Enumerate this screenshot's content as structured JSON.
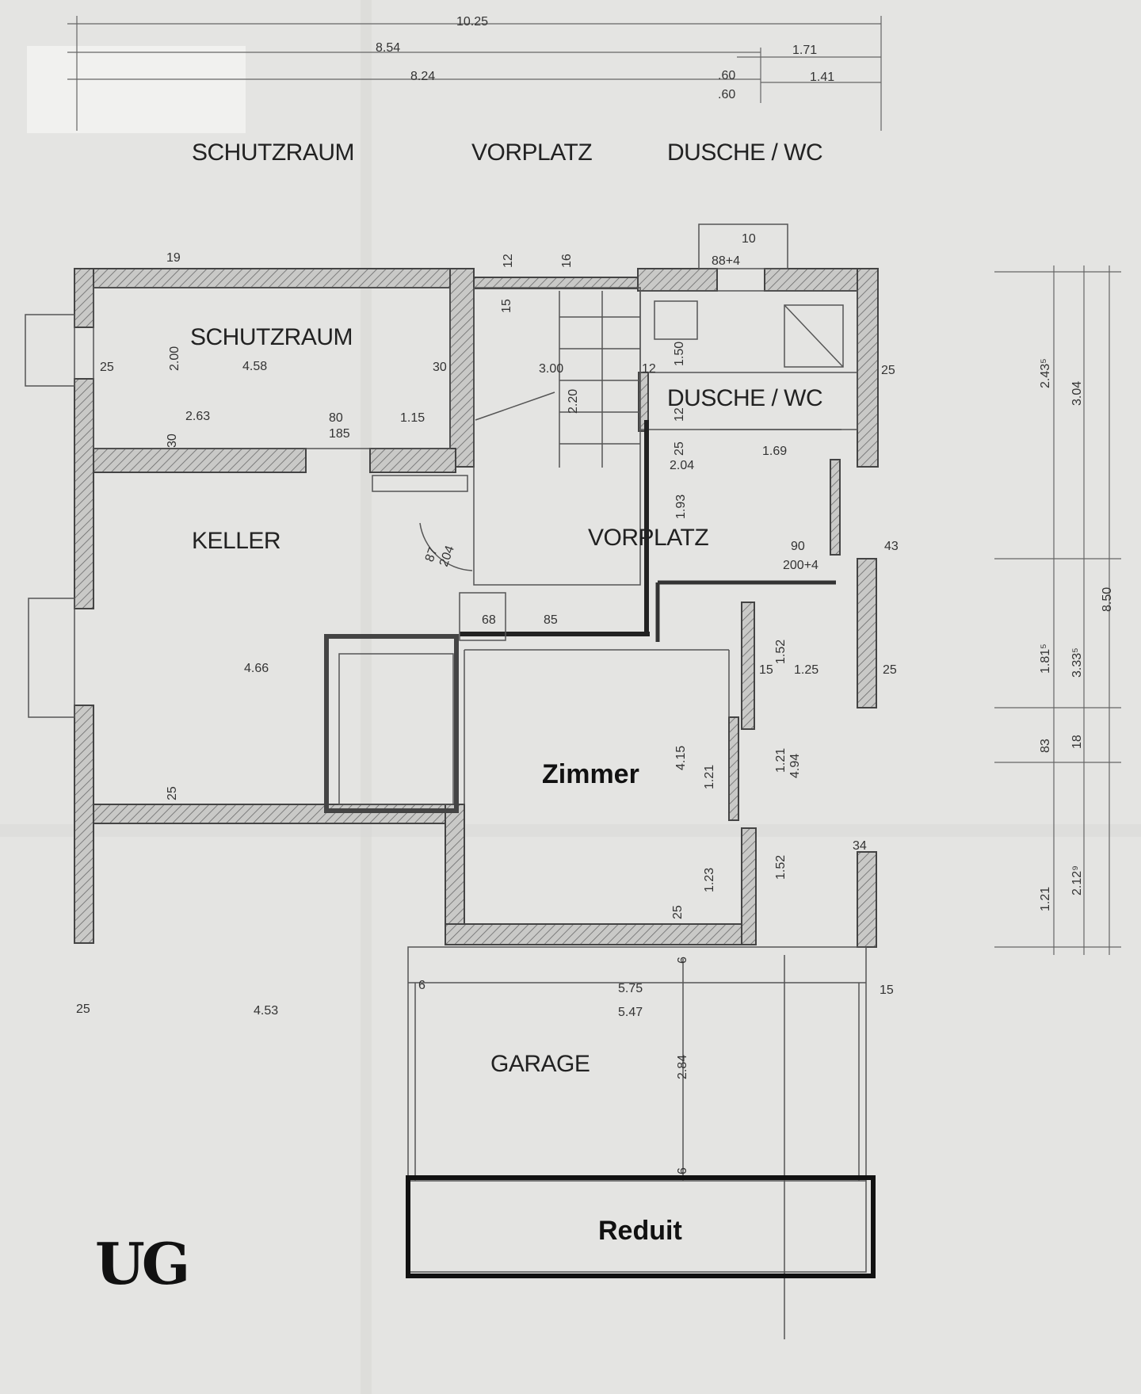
{
  "plan": {
    "level_label": "UG",
    "top_headers": [
      "SCHUTZRAUM",
      "VORPLATZ",
      "DUSCHE / WC"
    ],
    "rooms": {
      "schutzraum": "SCHUTZRAUM",
      "keller": "KELLER",
      "vorplatz": "VORPLATZ",
      "dusche_wc": "DUSCHE / WC",
      "zimmer": "Zimmer",
      "garage": "GARAGE",
      "reduit": "Reduit"
    },
    "top_dimensions": [
      "10.25",
      "8.54",
      "8.24",
      "1.71",
      "1.41",
      ".60",
      ".60"
    ],
    "right_dimensions": [
      "2.43⁵",
      "3.04",
      "8.50",
      "1.81⁵",
      "3.33⁵",
      "83",
      "18",
      "1.21",
      "2.12⁹"
    ],
    "interior_dimensions": {
      "schutzraum_width": "4.58",
      "schutzraum_depth": "2.00",
      "schutzraum_wall": "30",
      "schutzraum_left": "25",
      "top_wall": "19",
      "door_263": "2.63",
      "door_80": "80",
      "door_185": "185",
      "door_115": "1.15",
      "wall_30b": "30",
      "stair_300": "3.00",
      "stair_220": "2.20",
      "stair_12": "12",
      "stair_15": "15",
      "stair_16": "16",
      "dusche_150": "1.50",
      "dusche_12a": "12",
      "dusche_12b": "12",
      "dusche_25": "25",
      "dusche_204": "2.04",
      "dusche_169": "1.69",
      "dusche_25r": "25",
      "vorplatz_193": "1.93",
      "vorplatz_90": "90",
      "vorplatz_200": "200+4",
      "vorplatz_43": "43",
      "door_87": "87",
      "door_204": "204",
      "keller_466": "4.66",
      "keller_25": "25",
      "gang_68": "68",
      "gang_85": "85",
      "zimmer_415": "4.15",
      "zimmer_121": "1.21",
      "zimmer_123": "1.23",
      "zimmer_25": "25",
      "side_152a": "1.52",
      "side_125": "1.25",
      "side_15": "15",
      "side_121": "1.21",
      "side_494": "4.94",
      "side_152b": "1.52",
      "side_25": "25",
      "side_34": "34",
      "garage_575": "5.75",
      "garage_547": "5.47",
      "garage_284": "2.84",
      "garage_6a": "6",
      "garage_6b": "6",
      "garage_6c": "6",
      "garage_15": "15",
      "left_453": "4.53",
      "left_25": "25",
      "bb_top": "88+4",
      "bb_10": "10"
    }
  }
}
